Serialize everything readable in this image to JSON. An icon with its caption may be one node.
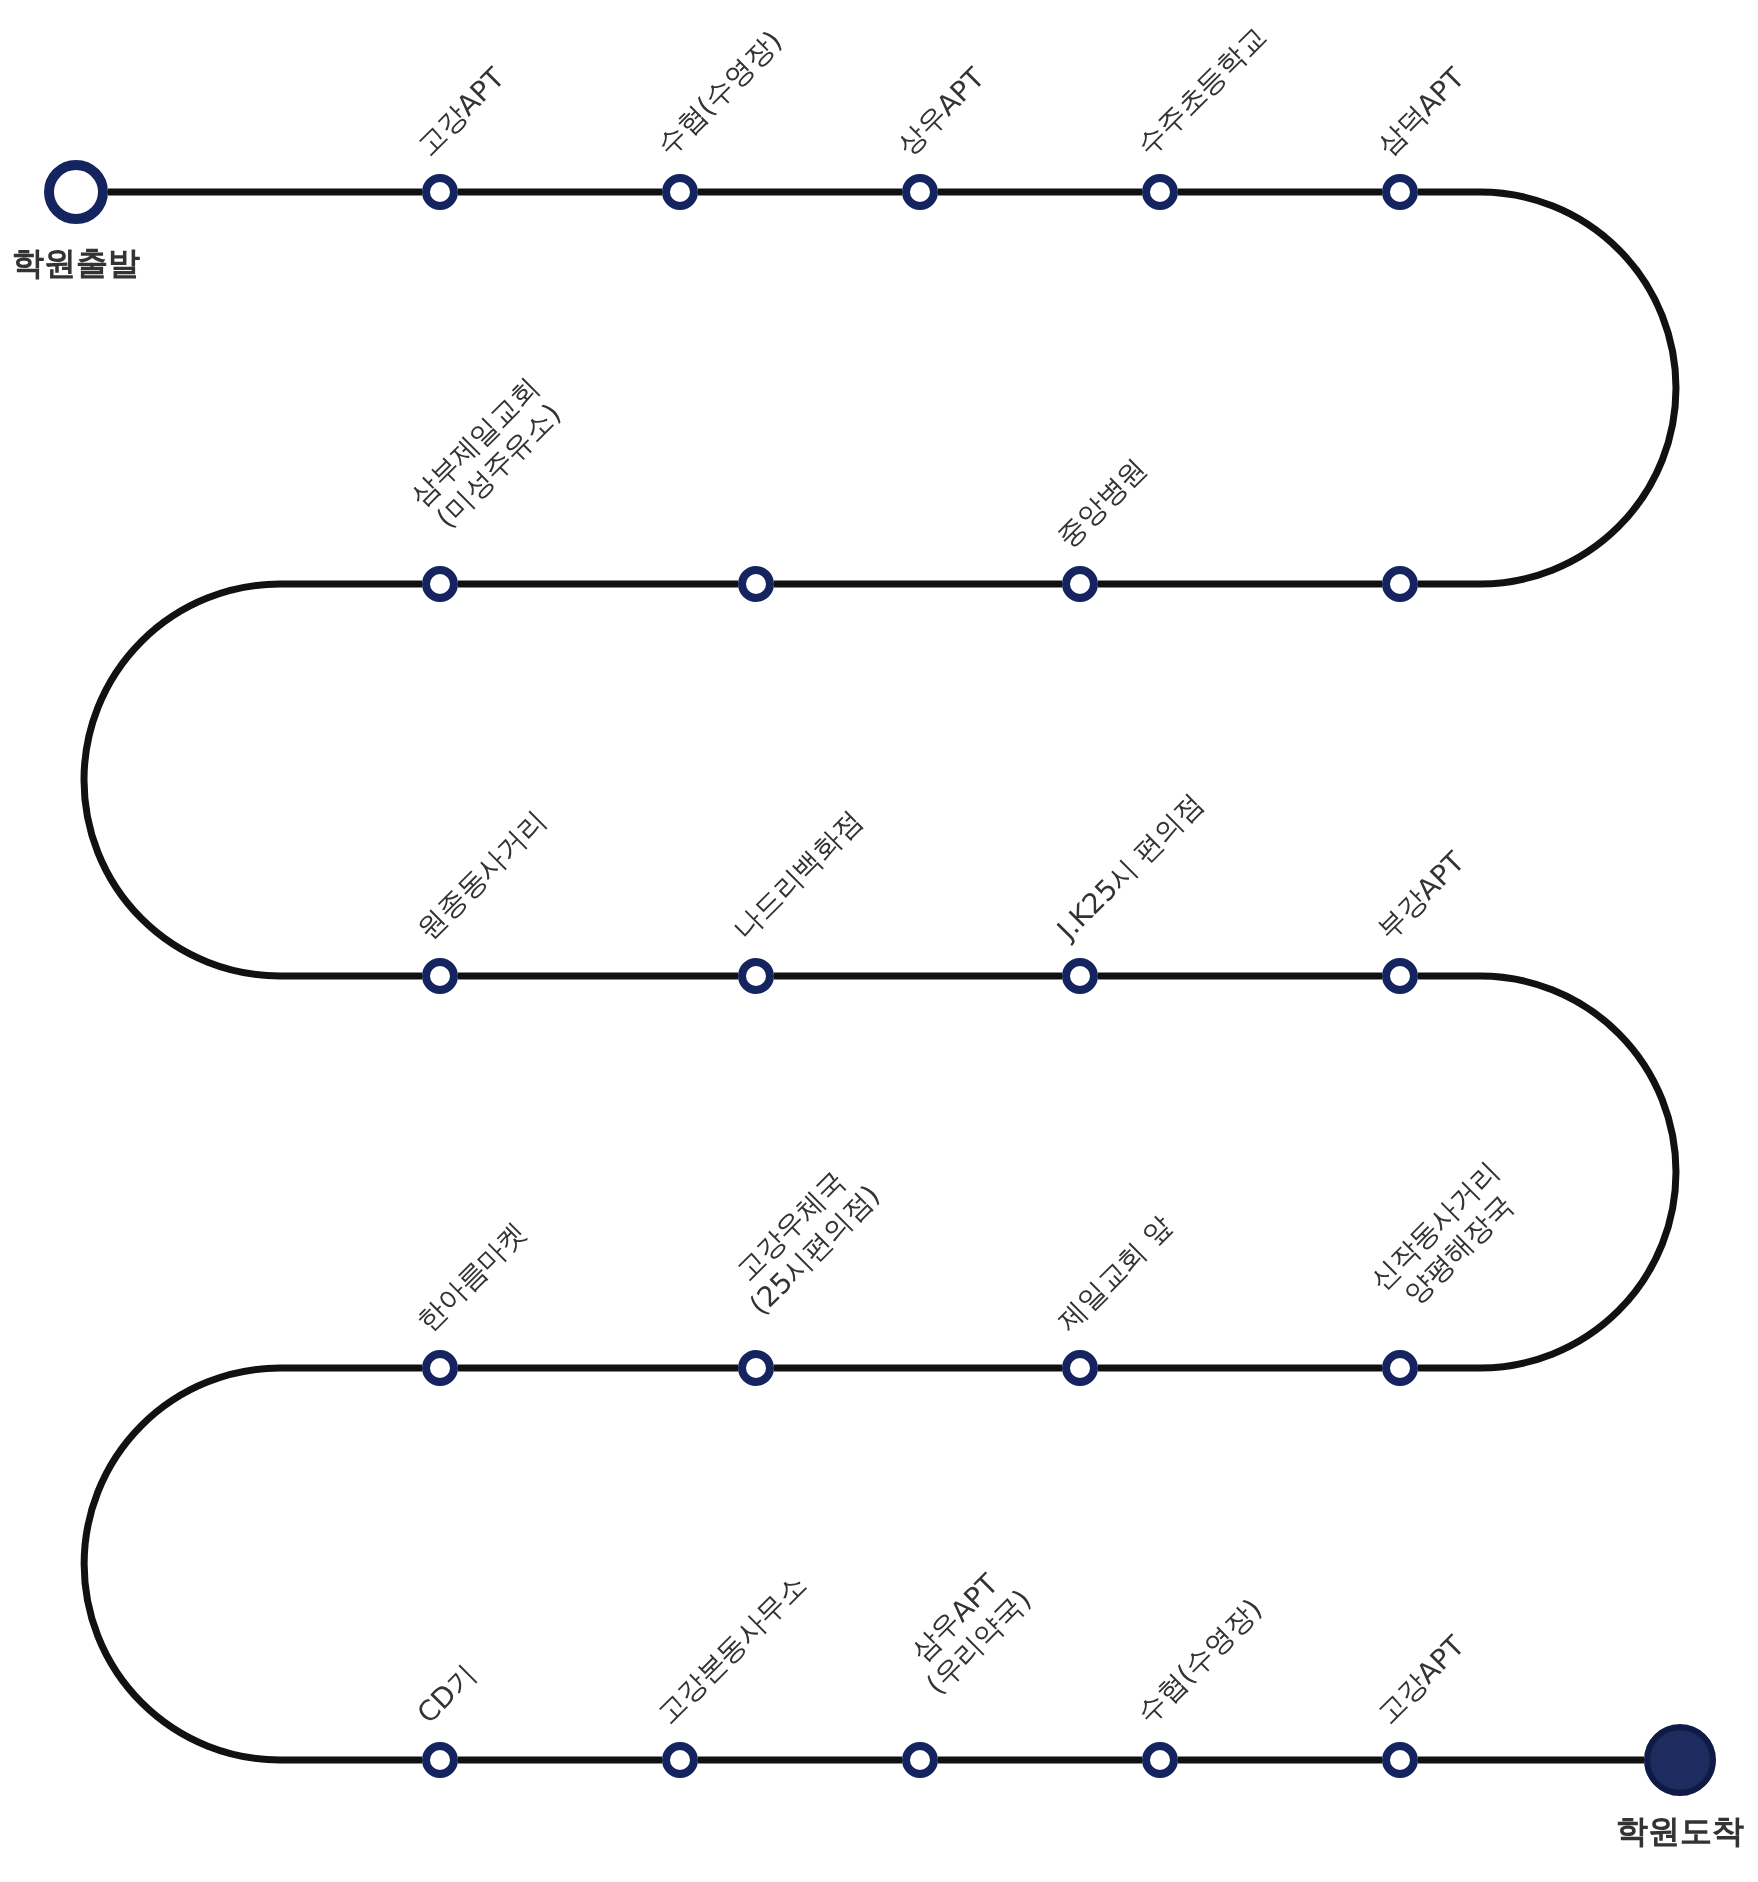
{
  "diagram": {
    "nodes": [
      {
        "text": [
          "학원출발"
        ]
      },
      {
        "text": [
          "고강APT"
        ]
      },
      {
        "text": [
          "수협(수영장)"
        ]
      },
      {
        "text": [
          "상우APT"
        ]
      },
      {
        "text": [
          "수주초등학교"
        ]
      },
      {
        "text": [
          "삼덕APT"
        ]
      },
      {
        "text": [],
        "shape": "circle"
      },
      {
        "text": [
          "중앙병원"
        ]
      },
      {
        "text": [],
        "shape": "circle"
      },
      {
        "text": [
          "삼부제일교회 (미성주유소)"
        ]
      },
      {
        "text": [
          "원종동사거리"
        ]
      },
      {
        "text": [
          "나드리백화점"
        ]
      },
      {
        "text": [
          "J.K25시 편의점"
        ]
      },
      {
        "text": [
          "부강APT"
        ]
      },
      {
        "text": [
          "신작동사거리 양평해장국"
        ]
      },
      {
        "text": [
          "제일교회 앞"
        ]
      },
      {
        "text": [
          "고강우체국 (25시편의점)"
        ]
      },
      {
        "text": [
          "한아름마켓"
        ]
      },
      {
        "text": [
          "CD기"
        ]
      },
      {
        "text": [
          "고강본동사무소"
        ]
      },
      {
        "text": [
          "삼우APT (우리약국)"
        ]
      },
      {
        "text": [
          "수협(수영장)"
        ]
      },
      {
        "text": [
          "고강APT"
        ]
      },
      {
        "text": [
          "학원도착"
        ]
      }
    ],
    "edges": [
      {
        "from": 0,
        "to": 1,
        "arrow": "none"
      },
      {
        "from": 1,
        "to": 2,
        "arrow": "none"
      },
      {
        "from": 2,
        "to": 3,
        "arrow": "none"
      },
      {
        "from": 3,
        "to": 4,
        "arrow": "none"
      },
      {
        "from": 4,
        "to": 5,
        "arrow": "none"
      },
      {
        "from": 5,
        "to": 8,
        "arrow": "none"
      },
      {
        "from": 8,
        "to": 7,
        "arrow": "none"
      },
      {
        "from": 7,
        "to": 6,
        "arrow": "none"
      },
      {
        "from": 6,
        "to": 9,
        "arrow": "none"
      },
      {
        "from": 9,
        "to": 10,
        "arrow": "none"
      },
      {
        "from": 10,
        "to": 11,
        "arrow": "none"
      },
      {
        "from": 11,
        "to": 12,
        "arrow": "none"
      },
      {
        "from": 12,
        "to": 13,
        "arrow": "none"
      },
      {
        "from": 13,
        "to": 14,
        "arrow": "none"
      },
      {
        "from": 14,
        "to": 15,
        "arrow": "none"
      },
      {
        "from": 15,
        "to": 16,
        "arrow": "none"
      },
      {
        "from": 16,
        "to": 17,
        "arrow": "none"
      },
      {
        "from": 17,
        "to": 18,
        "arrow": "none"
      },
      {
        "from": 18,
        "to": 19,
        "arrow": "none"
      },
      {
        "from": 19,
        "to": 20,
        "arrow": "none"
      },
      {
        "from": 20,
        "to": 21,
        "arrow": "none"
      },
      {
        "from": 21,
        "to": 22,
        "arrow": "none"
      },
      {
        "from": 22,
        "to": 23,
        "arrow": "none"
      }
    ]
  }
}
